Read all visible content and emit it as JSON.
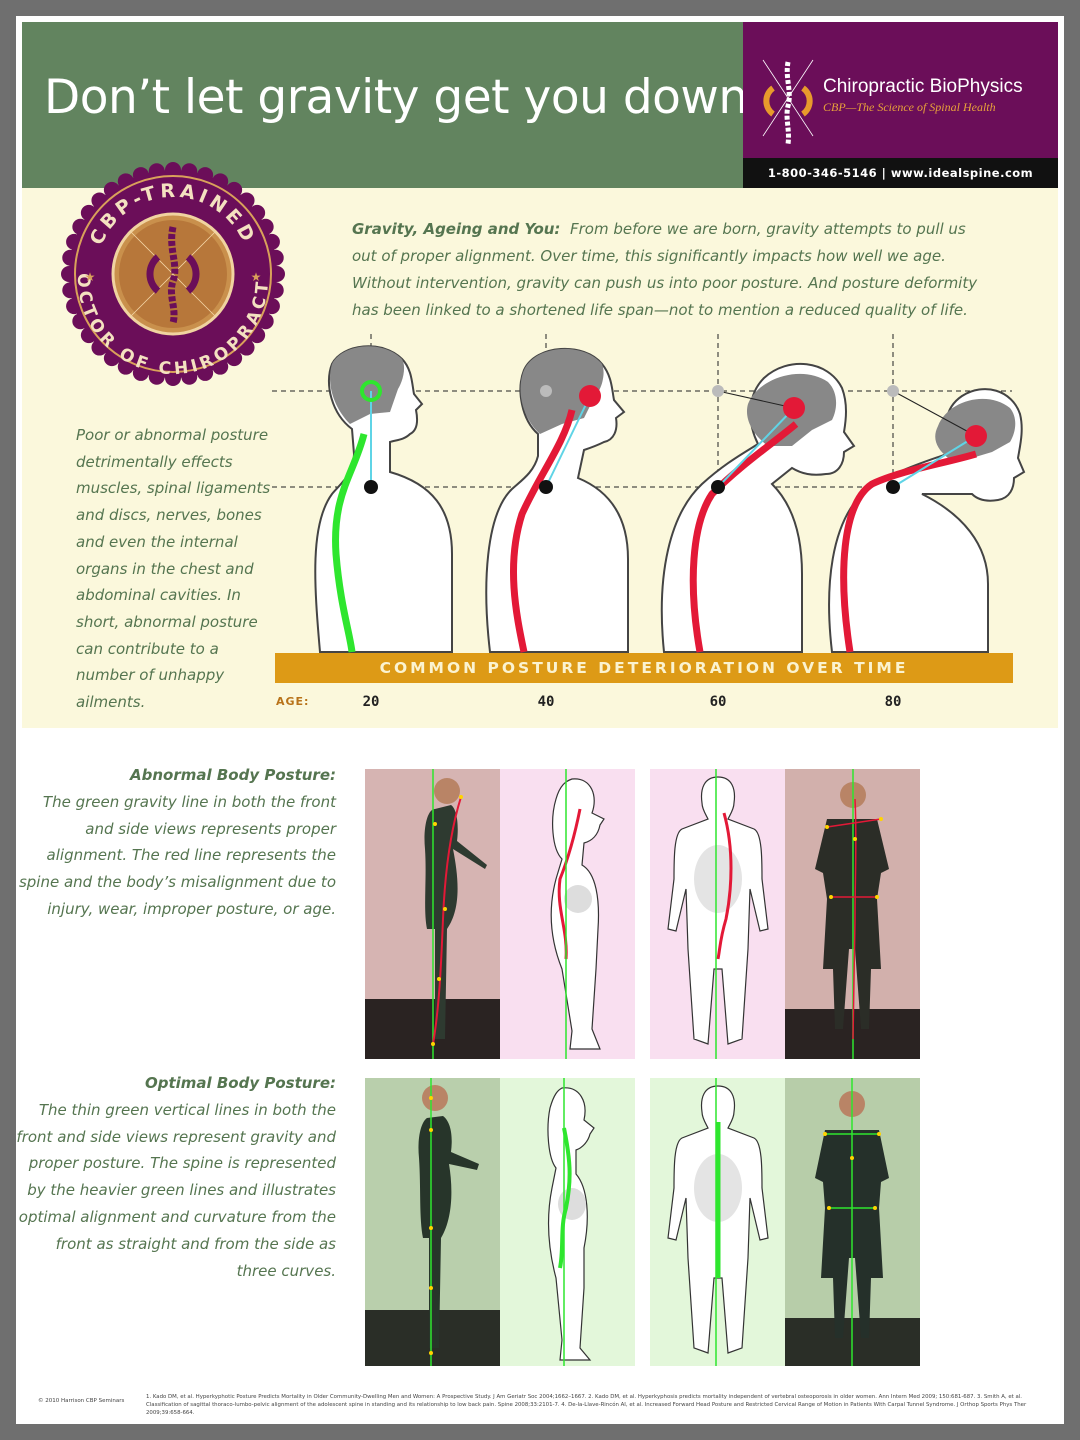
{
  "header": {
    "headline": "Don’t let gravity get you down.",
    "brand_name": "Chiropractic BioPhysics",
    "brand_tagline": "CBP—The Science of Spinal Health",
    "contact": "1-800-346-5146  |  www.idealspine.com"
  },
  "seal": {
    "top_text": "CBP-TRAINED",
    "bottom_text": "DOCTOR OF CHIROPRACTIC"
  },
  "intro": {
    "title": "Gravity, Ageing and You:",
    "text": "From before we are born, gravity attempts to pull us out of proper alignment. Over time, this significantly impacts how well we age. Without intervention, gravity can push us into poor posture. And posture deformity has been linked to a shortened life span—not to mention a reduced quality of life."
  },
  "side_text": "Poor or abnormal posture detrimentally effects muscles, spinal ligaments and discs, nerves, bones and even the internal organs in the chest and abdominal cavities. In short, abnormal posture can contribute to a number of unhappy ailments.",
  "timeline": {
    "banner": "COMMON POSTURE DETERIORATION OVER TIME",
    "age_label": "AGE:",
    "ages": [
      "20",
      "40",
      "60",
      "80"
    ]
  },
  "abnormal": {
    "title": "Abnormal Body Posture:",
    "text": "The green gravity line in both the front and side views represents proper alignment. The red line represents the spine and the body’s misalignment due to injury, wear, improper posture, or age."
  },
  "optimal": {
    "title": "Optimal Body Posture:",
    "text": "The thin green vertical lines in both the front and side views represent gravity and proper posture. The spine is represented by the heavier green lines and illustrates optimal alignment and curvature from the front as straight and from the side as three curves."
  },
  "footer": {
    "copyright": "© 2010 Harrison CBP Seminars",
    "references": "1. Kado DM, et al. Hyperkyphotic Posture Predicts Mortality in Older Community-Dwelling Men and Women: A Prospective Study. J Am Geriatr Soc 2004;1662–1667.  2. Kado DM, et al. Hyperkyphosis predicts mortality independent of vertebral osteoporosis in older women. Ann Intern Med 2009; 150:681-687.  3. Smith A, et al. Classification of sagittal thoraco-lumbo-pelvic alignment of the adolescent spine in standing and its relationship to low back pain. Spine 2008;33:2101-7.  4. De-la-Llave-Rincón AI, et al. Increased Forward Head Posture and Restricted Cervical Range of Motion in Patients With Carpal Tunnel Syndrome. J Orthop Sports Phys Ther 2009;39:658-664."
  },
  "colors": {
    "header_green": "#62845f",
    "brand_purple": "#6b0e59",
    "banner_gold": "#dd9a16",
    "text_green": "#557550",
    "spine_red": "#e31937",
    "spine_green": "#2ee62e"
  }
}
